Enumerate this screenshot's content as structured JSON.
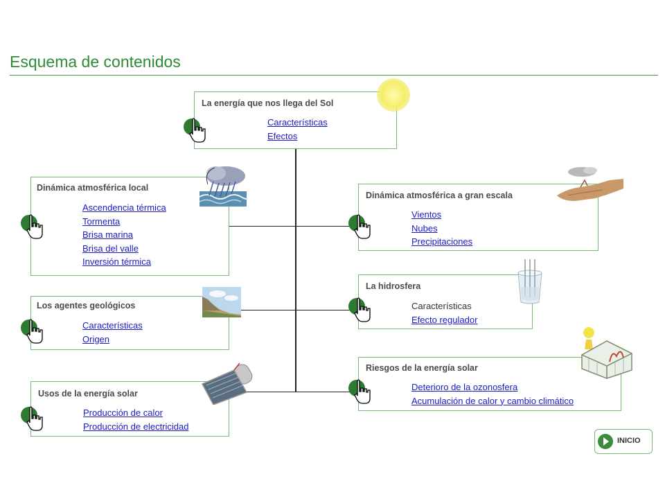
{
  "page": {
    "title": "Esquema de contenidos"
  },
  "boxes": {
    "sol": {
      "heading": "La energía que nos llega del Sol",
      "links": [
        "Características",
        "Efectos"
      ]
    },
    "local": {
      "heading": "Dinámica atmosférica local",
      "links": [
        "Ascendencia térmica",
        "Tormenta",
        "Brisa marina",
        "Brisa del valle",
        "Inversión térmica"
      ]
    },
    "geologicos": {
      "heading": "Los agentes geológicos",
      "links": [
        "Características",
        "Origen"
      ]
    },
    "usos": {
      "heading": "Usos de la energía solar",
      "links": [
        "Producción de calor",
        "Producción de electricidad"
      ]
    },
    "gran_escala": {
      "heading": "Dinámica atmosférica a gran escala",
      "links": [
        "Vientos",
        "Nubes",
        "Precipitaciones"
      ]
    },
    "hidrosfera": {
      "heading": "La hidrosfera",
      "text": "Características",
      "links": [
        "Efecto regulador"
      ]
    },
    "riesgos": {
      "heading": "Riesgos de la energía solar",
      "links": [
        "Deterioro de la ozonosfera",
        "Acumulación de calor y cambio climático"
      ]
    }
  },
  "nav": {
    "home_label": "INICIO"
  },
  "icons": {
    "hand": "pointer-hand-icon",
    "sun": "sun-icon",
    "storm": "storm-cloud-icon",
    "landscape": "landscape-icon",
    "wind": "wind-map-icon",
    "glass": "water-glass-icon",
    "collector": "solar-collector-icon",
    "greenhouse": "greenhouse-icon",
    "play": "play-icon"
  },
  "colors": {
    "accent": "#2e8b35",
    "link": "#1a1ac8",
    "border": "#7ab87a",
    "hand_circle": "#2d7a32"
  }
}
